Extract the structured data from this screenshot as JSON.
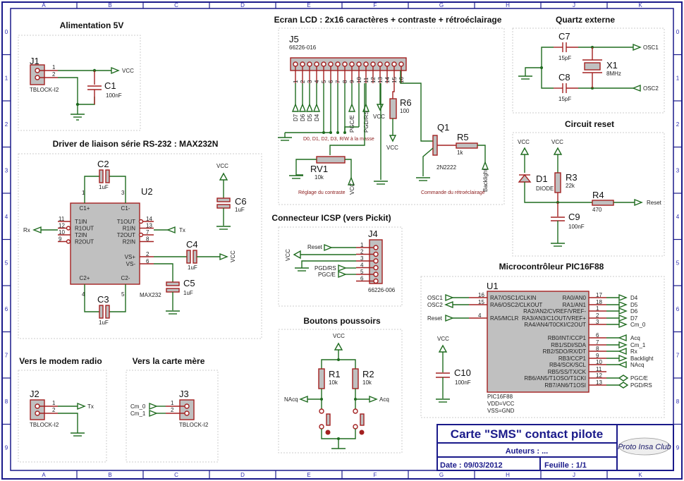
{
  "frame": {
    "columns": [
      "A",
      "B",
      "C",
      "D",
      "E",
      "F",
      "G",
      "H",
      "J",
      "K"
    ],
    "rows": [
      "0",
      "1",
      "2",
      "3",
      "4",
      "5",
      "6",
      "7",
      "8",
      "9"
    ]
  },
  "sections": {
    "power": {
      "title": "Alimentation 5V",
      "ref": "J1",
      "part": "TBLOCK-I2",
      "pins": [
        "1",
        "2"
      ],
      "net": "VCC",
      "cap": {
        "ref": "C1",
        "value": "100nF"
      }
    },
    "lcd": {
      "title": "Ecran LCD : 2x16 caractères + contraste + rétroéclairage",
      "ref": "J5",
      "part": "66226-016",
      "pins": [
        "1",
        "2",
        "3",
        "4",
        "5",
        "6",
        "7",
        "8",
        "9",
        "10",
        "11",
        "12",
        "13",
        "14",
        "15",
        "16"
      ],
      "nets": [
        "D7",
        "D6",
        "D5",
        "D4",
        "PGC/E",
        "PGD/RS",
        "VCC"
      ],
      "note_ground": "D0, D1, D2, D3, R/W à la masse",
      "rv1": {
        "ref": "RV1",
        "value": "10k",
        "note": "Réglage du contraste",
        "net": "VCC"
      },
      "r6": {
        "ref": "R6",
        "value": "100",
        "net": "VCC"
      },
      "q1": {
        "ref": "Q1",
        "value": "2N2222"
      },
      "r5": {
        "ref": "R5",
        "value": "1k",
        "net": "Backlight"
      },
      "note_backlight": "Commande du rétroéclairage"
    },
    "quartz": {
      "title": "Quartz externe",
      "c7": {
        "ref": "C7",
        "value": "15pF"
      },
      "c8": {
        "ref": "C8",
        "value": "15pF"
      },
      "x1": {
        "ref": "X1",
        "value": "8MHz"
      },
      "osc1": "OSC1",
      "osc2": "OSC2"
    },
    "reset": {
      "title": "Circuit reset",
      "vcc": "VCC",
      "d1": {
        "ref": "D1",
        "value": "DIODE"
      },
      "r3": {
        "ref": "R3",
        "value": "22k"
      },
      "r4": {
        "ref": "R4",
        "value": "470"
      },
      "c9": {
        "ref": "C9",
        "value": "100nF"
      },
      "net": "Reset"
    },
    "rs232": {
      "title": "Driver de liaison série RS-232 : MAX232N",
      "ref": "U2",
      "part": "MAX232",
      "left_pins": [
        {
          "num": "11",
          "name": "T1IN"
        },
        {
          "num": "12",
          "name": "R1OUT"
        },
        {
          "num": "10",
          "name": "T2IN"
        },
        {
          "num": "9",
          "name": "R2OUT"
        }
      ],
      "right_pins": [
        {
          "num": "14",
          "name": "T1OUT"
        },
        {
          "num": "13",
          "name": "R1IN"
        },
        {
          "num": "7",
          "name": "T2OUT"
        },
        {
          "num": "8",
          "name": "R2IN"
        }
      ],
      "power_pins": [
        {
          "num": "2",
          "name": "VS+"
        },
        {
          "num": "6",
          "name": "VS-"
        }
      ],
      "top_pins": [
        {
          "num": "1",
          "name": "C1+"
        },
        {
          "num": "3",
          "name": "C1-"
        }
      ],
      "bottom_pins": [
        {
          "num": "4",
          "name": "C2+"
        },
        {
          "num": "5",
          "name": "C2-"
        }
      ],
      "rx": "Rx",
      "tx": "Tx",
      "vcc": "VCC",
      "c2": {
        "ref": "C2",
        "value": "1uF"
      },
      "c3": {
        "ref": "C3",
        "value": "1uF"
      },
      "c4": {
        "ref": "C4",
        "value": "1uF"
      },
      "c5": {
        "ref": "C5",
        "value": "1uF"
      },
      "c6": {
        "ref": "C6",
        "value": "1uF"
      }
    },
    "icsp": {
      "title": "Connecteur ICSP (vers Pickit)",
      "ref": "J4",
      "part": "66226-006",
      "pins": [
        "1",
        "2",
        "3",
        "4",
        "5",
        "6"
      ],
      "nets": [
        "Reset",
        "VCC",
        "PGD/RS",
        "PGC/E"
      ]
    },
    "mcu": {
      "title": "Microcontrôleur PIC16F88",
      "ref": "U1",
      "part": "PIC16F88",
      "vdd": "VDD=VCC",
      "vss": "VSS=GND",
      "left": [
        {
          "num": "16",
          "name": "RA7/OSC1/CLKIN",
          "net": "OSC1"
        },
        {
          "num": "15",
          "name": "RA6/OSC2/CLKOUT",
          "net": "OSC2"
        },
        {
          "num": "4",
          "name": "RA5/MCLR",
          "net": "Reset"
        }
      ],
      "right": [
        {
          "num": "17",
          "name": "RA0/AN0",
          "net": "D4"
        },
        {
          "num": "18",
          "name": "RA1/AN1",
          "net": "D5"
        },
        {
          "num": "1",
          "name": "RA2/AN2/CVREF/VREF-",
          "net": "D6"
        },
        {
          "num": "2",
          "name": "RA3/AN3/C1OUT/VREF+",
          "net": "D7"
        },
        {
          "num": "3",
          "name": "RA4/AN4/T0CKI/C2OUT",
          "net": "Cm_0"
        },
        {
          "num": "6",
          "name": "RB0/INT/CCP1",
          "net": "Acq"
        },
        {
          "num": "7",
          "name": "RB1/SDI/SDA",
          "net": "Cm_1"
        },
        {
          "num": "8",
          "name": "RB2/SDO/RX/DT",
          "net": "Rx"
        },
        {
          "num": "9",
          "name": "RB3/CCP1",
          "net": "Backlight"
        },
        {
          "num": "10",
          "name": "RB4/SCK/SCL",
          "net": "NAcq"
        },
        {
          "num": "11",
          "name": "RB5/SS/TX/CK",
          "net": ""
        },
        {
          "num": "12",
          "name": "RB6/AN5/T1OSO/T1CKI",
          "net": "PGC/E"
        },
        {
          "num": "13",
          "name": "RB7/AN6/T1OSI",
          "net": "PGD/RS"
        }
      ],
      "c10": {
        "ref": "C10",
        "value": "100nF"
      },
      "vcc": "VCC"
    },
    "buttons": {
      "title": "Boutons poussoirs",
      "vcc": "VCC",
      "r1": {
        "ref": "R1",
        "value": "10k"
      },
      "r2": {
        "ref": "R2",
        "value": "10k"
      },
      "nacq": "NAcq",
      "acq": "Acq"
    },
    "modem": {
      "title": "Vers le modem radio",
      "ref": "J2",
      "part": "TBLOCK-I2",
      "pins": [
        "1",
        "2"
      ],
      "net": "Tx"
    },
    "mobo": {
      "title": "Vers la carte mère",
      "ref": "J3",
      "part": "TBLOCK-I2",
      "pins": [
        "1",
        "2"
      ],
      "nets": [
        "Cm_0",
        "Cm_1"
      ]
    }
  },
  "title_block": {
    "title": "Carte \"SMS\" contact pilote",
    "authors": "Auteurs : ...",
    "date": "Date : 09/03/2012",
    "sheet": "Feuille :  1/1",
    "logo": "Proto Insa Club"
  }
}
